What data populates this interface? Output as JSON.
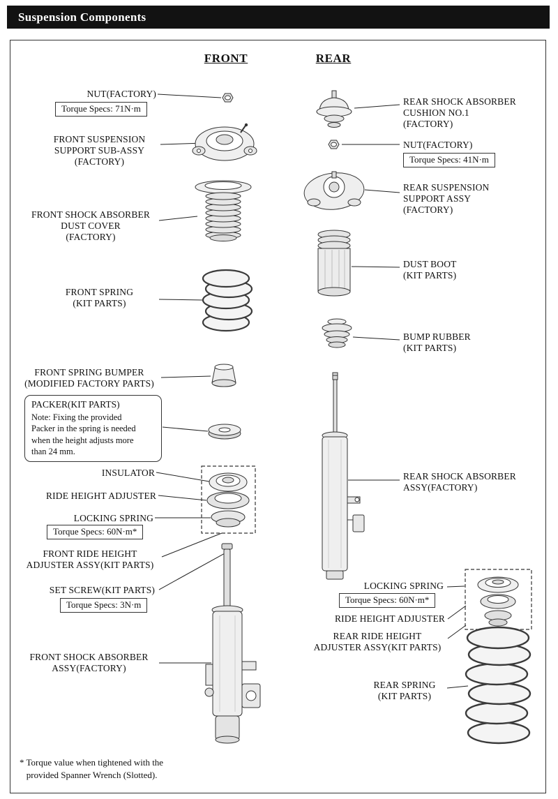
{
  "header": {
    "title": "Suspension Components"
  },
  "headings": {
    "front": "FRONT",
    "rear": "REAR"
  },
  "front": {
    "nut": {
      "label": "NUT(FACTORY)",
      "torque": "Torque Specs: 71N·m"
    },
    "support": {
      "label": "FRONT SUSPENSION\nSUPPORT SUB-ASSY\n(FACTORY)"
    },
    "dust_cover": {
      "label": "FRONT SHOCK ABSORBER\nDUST COVER\n(FACTORY)"
    },
    "spring": {
      "label": "FRONT SPRING\n(KIT PARTS)"
    },
    "spring_bumper": {
      "label": "FRONT SPRING BUMPER\n(MODIFIED FACTORY PARTS)"
    },
    "packer": {
      "title": "PACKER(KIT PARTS)",
      "note": "Note: Fixing the provided\nPacker in the spring is needed\nwhen the height adjusts more\nthan 24 mm."
    },
    "insulator": {
      "label": "INSULATOR"
    },
    "ride_height_adjuster": {
      "label": "RIDE HEIGHT ADJUSTER"
    },
    "locking_spring": {
      "label": "LOCKING SPRING",
      "torque": "Torque Specs: 60N·m*"
    },
    "adjuster_assy": {
      "label": "FRONT RIDE HEIGHT\nADJUSTER ASSY(KIT PARTS)"
    },
    "set_screw": {
      "label": "SET SCREW(KIT PARTS)",
      "torque": "Torque Specs: 3N·m"
    },
    "shock": {
      "label": "FRONT SHOCK ABSORBER\nASSY(FACTORY)"
    }
  },
  "rear": {
    "cushion": {
      "label": "REAR SHOCK ABSORBER\nCUSHION NO.1\n(FACTORY)"
    },
    "nut": {
      "label": "NUT(FACTORY)",
      "torque": "Torque Specs: 41N·m"
    },
    "support": {
      "label": "REAR SUSPENSION\nSUPPORT ASSY\n(FACTORY)"
    },
    "dust_boot": {
      "label": "DUST BOOT\n(KIT PARTS)"
    },
    "bump_rubber": {
      "label": "BUMP RUBBER\n(KIT PARTS)"
    },
    "shock": {
      "label": "REAR SHOCK ABSORBER\nASSY(FACTORY)"
    },
    "locking_spring": {
      "label": "LOCKING SPRING",
      "torque": "Torque Specs: 60N·m*"
    },
    "ride_height_adjuster": {
      "label": "RIDE HEIGHT ADJUSTER"
    },
    "adjuster_assy": {
      "label": "REAR RIDE HEIGHT\nADJUSTER ASSY(KIT PARTS)"
    },
    "spring": {
      "label": "REAR SPRING\n(KIT PARTS)"
    }
  },
  "footnote": {
    "text": "* Torque value when tightened with the\n   provided Spanner Wrench (Slotted)."
  },
  "colors": {
    "header_bg": "#121212",
    "line": "#333333",
    "fill_light": "#efefef"
  }
}
